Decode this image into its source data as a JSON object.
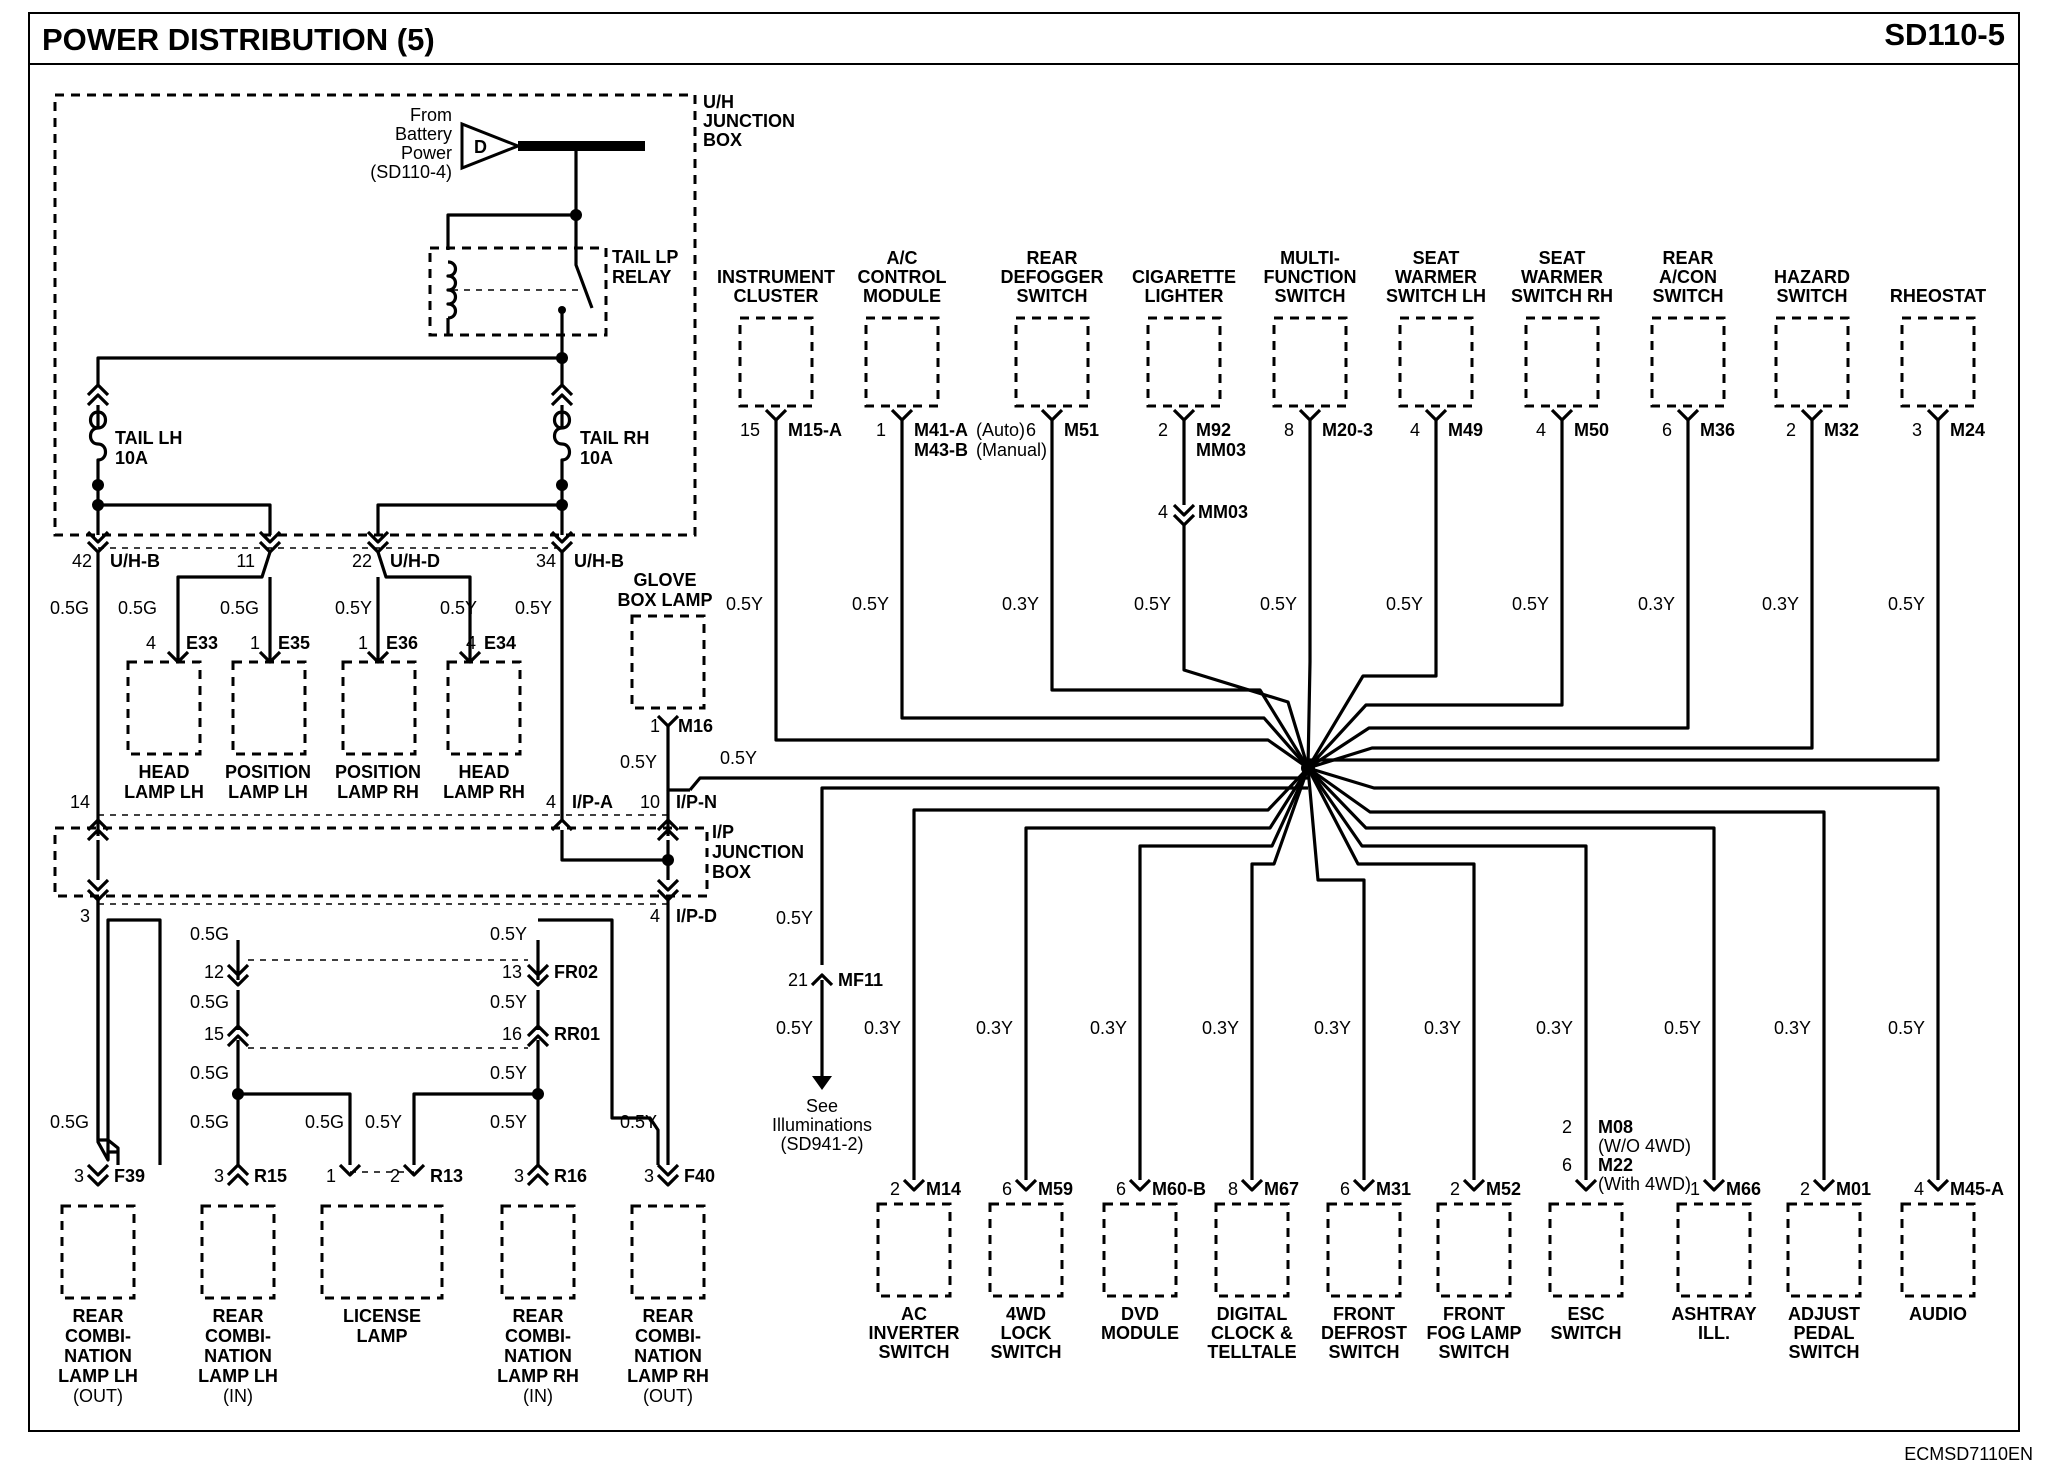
{
  "header": {
    "title": "POWER DISTRIBUTION (5)",
    "code": "SD110-5",
    "footer_code": "ECMSD7110EN"
  },
  "uh_junction": {
    "title": [
      "U/H",
      "JUNCTION",
      "BOX"
    ],
    "source": [
      "From",
      "Battery",
      "Power",
      "(SD110-4)"
    ],
    "source_letter": "D",
    "relay": [
      "TAIL LP",
      "RELAY"
    ],
    "fuse_lh": [
      "TAIL LH",
      "10A"
    ],
    "fuse_rh": [
      "TAIL RH",
      "10A"
    ]
  },
  "ip_junction": {
    "title": [
      "I/P",
      "JUNCTION",
      "BOX"
    ]
  },
  "left": {
    "pins_uh": [
      {
        "pin": "42",
        "conn": "U/H-B"
      },
      {
        "pin": "11",
        "conn": ""
      },
      {
        "pin": "22",
        "conn": "U/H-D"
      },
      {
        "pin": "34",
        "conn": "U/H-B"
      }
    ],
    "wires_top": [
      "0.5G",
      "0.5G",
      "0.5G",
      "0.5Y",
      "0.5Y",
      "0.5Y"
    ],
    "lamps_top": [
      {
        "pin": "4",
        "conn": "E33",
        "name": [
          "HEAD",
          "LAMP LH"
        ]
      },
      {
        "pin": "1",
        "conn": "E35",
        "name": [
          "POSITION",
          "LAMP LH"
        ]
      },
      {
        "pin": "1",
        "conn": "E36",
        "name": [
          "POSITION",
          "LAMP RH"
        ]
      },
      {
        "pin": "4",
        "conn": "E34",
        "name": [
          "HEAD",
          "LAMP RH"
        ]
      }
    ],
    "glove": {
      "name": [
        "GLOVE",
        "BOX LAMP"
      ],
      "pin": "1",
      "conn": "M16",
      "wire_in": "0.5Y",
      "wire_out": "0.5Y"
    },
    "ip_pins": [
      {
        "pin": "14",
        "conn": ""
      },
      {
        "pin": "4",
        "conn": "I/P-A"
      },
      {
        "pin": "10",
        "conn": "I/P-N"
      },
      {
        "pin": "3",
        "conn": ""
      },
      {
        "pin": "4",
        "conn": "I/P-D"
      }
    ],
    "inline": [
      {
        "pin": "12",
        "conn": ""
      },
      {
        "pin": "13",
        "conn": "FR02"
      },
      {
        "pin": "15",
        "conn": ""
      },
      {
        "pin": "16",
        "conn": "RR01"
      }
    ],
    "wires_bottom": [
      "0.5G",
      "0.5Y",
      "0.5G",
      "0.5Y",
      "0.5G",
      "0.5Y",
      "0.5G",
      "0.5G",
      "0.5G",
      "0.5Y",
      "0.5Y",
      "0.5Y"
    ],
    "lamps_bottom": [
      {
        "pin": "3",
        "conn": "F39",
        "name": [
          "REAR",
          "COMBI-",
          "NATION",
          "LAMP LH",
          "(OUT)"
        ]
      },
      {
        "pin": "3",
        "conn": "R15",
        "name": [
          "REAR",
          "COMBI-",
          "NATION",
          "LAMP LH",
          "(IN)"
        ]
      },
      {
        "pin": "1",
        "pin2": "2",
        "conn": "R13",
        "name": [
          "LICENSE",
          "LAMP"
        ]
      },
      {
        "pin": "3",
        "conn": "R16",
        "name": [
          "REAR",
          "COMBI-",
          "NATION",
          "LAMP RH",
          "(IN)"
        ]
      },
      {
        "pin": "3",
        "conn": "F40",
        "name": [
          "REAR",
          "COMBI-",
          "NATION",
          "LAMP RH",
          "(OUT)"
        ]
      }
    ]
  },
  "top_components": [
    {
      "name": [
        "INSTRUMENT",
        "CLUSTER"
      ],
      "pin": "15",
      "conn": "M15-A",
      "wire": "0.5Y"
    },
    {
      "name": [
        "A/C",
        "CONTROL",
        "MODULE"
      ],
      "pin": "1",
      "conn": "M41-A",
      "conn_note": "(Auto)",
      "conn2": "M43-B",
      "conn2_note": "(Manual)",
      "wire": "0.5Y"
    },
    {
      "name": [
        "REAR",
        "DEFOGGER",
        "SWITCH"
      ],
      "pin": "6",
      "conn": "M51",
      "wire": "0.3Y"
    },
    {
      "name": [
        "CIGARETTE",
        "LIGHTER"
      ],
      "pin": "2",
      "conn": "M92",
      "pin2": "4",
      "conn2": "MM03",
      "wire": "0.5Y"
    },
    {
      "name": [
        "MULTI-",
        "FUNCTION",
        "SWITCH"
      ],
      "pin": "8",
      "conn": "M20-3",
      "wire": "0.5Y"
    },
    {
      "name": [
        "SEAT",
        "WARMER",
        "SWITCH LH"
      ],
      "pin": "4",
      "conn": "M49",
      "wire": "0.5Y"
    },
    {
      "name": [
        "SEAT",
        "WARMER",
        "SWITCH RH"
      ],
      "pin": "4",
      "conn": "M50",
      "wire": "0.5Y"
    },
    {
      "name": [
        "REAR",
        "A/CON",
        "SWITCH"
      ],
      "pin": "6",
      "conn": "M36",
      "wire": "0.3Y"
    },
    {
      "name": [
        "HAZARD",
        "SWITCH"
      ],
      "pin": "2",
      "conn": "M32",
      "wire": "0.3Y"
    },
    {
      "name": [
        "RHEOSTAT"
      ],
      "pin": "3",
      "conn": "M24",
      "wire": "0.5Y"
    }
  ],
  "splice_feed": {
    "wire": "0.5Y"
  },
  "illum": {
    "wire1": "0.5Y",
    "pin": "21",
    "conn": "MF11",
    "wire2": "0.5Y",
    "text": [
      "See",
      "Illuminations",
      "(SD941-2)"
    ]
  },
  "bottom_components": [
    {
      "name": [
        "AC",
        "INVERTER",
        "SWITCH"
      ],
      "pin": "2",
      "conn": "M14",
      "wire": "0.3Y"
    },
    {
      "name": [
        "4WD",
        "LOCK",
        "SWITCH"
      ],
      "pin": "6",
      "conn": "M59",
      "wire": "0.3Y"
    },
    {
      "name": [
        "DVD",
        "MODULE"
      ],
      "pin": "6",
      "conn": "M60-B",
      "wire": "0.3Y"
    },
    {
      "name": [
        "DIGITAL",
        "CLOCK &",
        "TELLTALE"
      ],
      "pin": "8",
      "conn": "M67",
      "wire": "0.3Y"
    },
    {
      "name": [
        "FRONT",
        "DEFROST",
        "SWITCH"
      ],
      "pin": "6",
      "conn": "M31",
      "wire": "0.3Y"
    },
    {
      "name": [
        "FRONT",
        "FOG LAMP",
        "SWITCH"
      ],
      "pin": "2",
      "conn": "M52",
      "wire": "0.3Y"
    },
    {
      "name": [
        "ESC",
        "SWITCH"
      ],
      "pin": "2",
      "conn": "M08",
      "conn_note": "(W/O 4WD)",
      "pin2": "6",
      "conn2": "M22",
      "conn2_note": "(With 4WD)",
      "wire": "0.3Y"
    },
    {
      "name": [
        "ASHTRAY",
        "ILL."
      ],
      "pin": "1",
      "conn": "M66",
      "wire": "0.5Y"
    },
    {
      "name": [
        "ADJUST",
        "PEDAL",
        "SWITCH"
      ],
      "pin": "2",
      "conn": "M01",
      "wire": "0.3Y"
    },
    {
      "name": [
        "AUDIO"
      ],
      "pin": "4",
      "conn": "M45-A",
      "wire": "0.5Y"
    }
  ]
}
